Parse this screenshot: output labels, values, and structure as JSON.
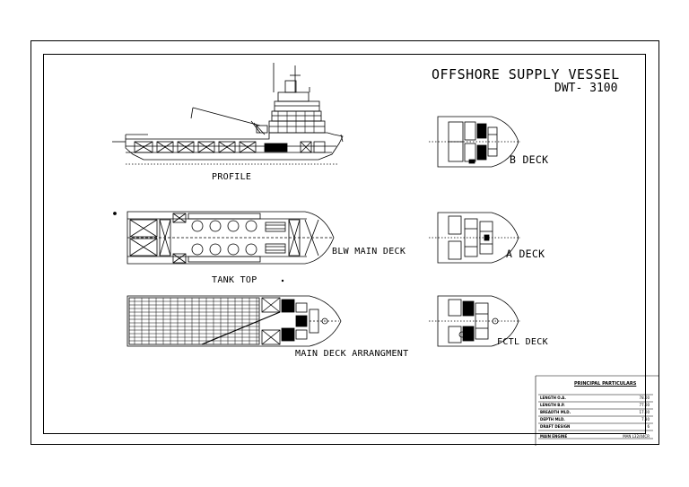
{
  "title": {
    "line1": "OFFSHORE SUPPLY VESSEL",
    "line2": "DWT- 3100"
  },
  "labels": {
    "profile": "PROFILE",
    "tank_top": "TANK TOP",
    "blw_main_deck": "BLW MAIN DECK",
    "main_deck": "MAIN DECK ARRANGMENT",
    "b_deck": "B DECK",
    "a_deck": "A DECK",
    "fctl_deck": "FCTL DECK"
  },
  "particulars": {
    "heading": "PRINCIPAL PARTICULARS",
    "rows": [
      {
        "key": "LENGTH O.A.",
        "value": "78.00"
      },
      {
        "key": "LENGTH B.P.",
        "value": "77.00"
      },
      {
        "key": "BREADTH MLD.",
        "value": "17.00"
      },
      {
        "key": "DEPTH MLD.",
        "value": "7.30"
      },
      {
        "key": "DRAFT DESIGN",
        "value": "6"
      }
    ],
    "footer_key": "MAIN ENGINE",
    "footer_value": "MAN L32/44CR"
  },
  "colors": {
    "line": "#000000",
    "background": "#ffffff"
  }
}
